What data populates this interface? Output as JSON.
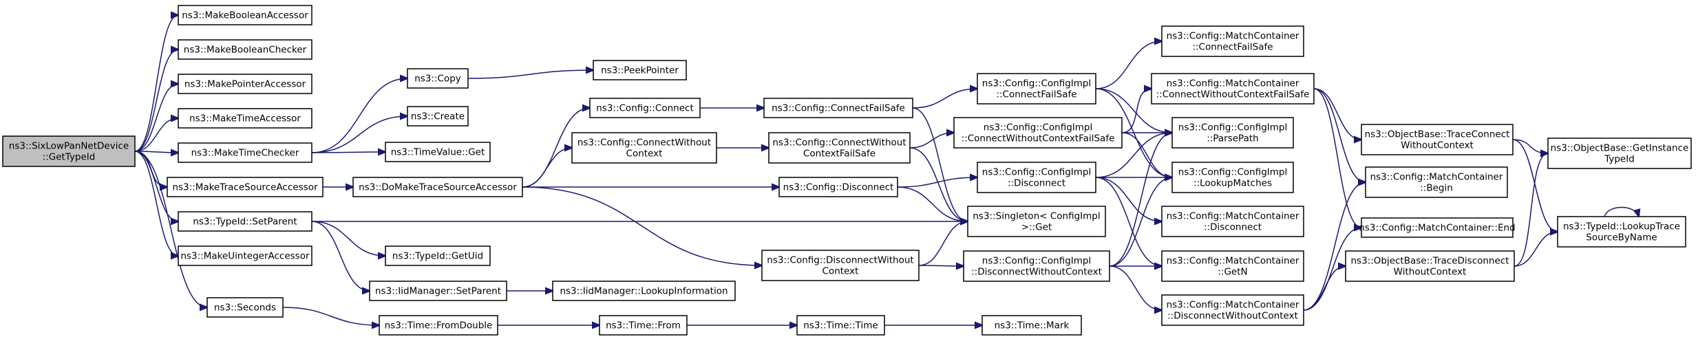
{
  "colors": {
    "edge": "#191970",
    "root_fill": "#bfbfbf",
    "node_fill": "#ffffff",
    "border": "#000000"
  },
  "nodes": [
    {
      "id": "root",
      "lines": [
        "ns3::SixLowPanNetDevice",
        "::GetTypeId"
      ]
    },
    {
      "id": "makeBoolAcc",
      "lines": [
        "ns3::MakeBooleanAccessor"
      ]
    },
    {
      "id": "makeBoolChk",
      "lines": [
        "ns3::MakeBooleanChecker"
      ]
    },
    {
      "id": "makePtrAcc",
      "lines": [
        "ns3::MakePointerAccessor"
      ]
    },
    {
      "id": "makeTimeAcc",
      "lines": [
        "ns3::MakeTimeAccessor"
      ]
    },
    {
      "id": "makeTimeChk",
      "lines": [
        "ns3::MakeTimeChecker"
      ]
    },
    {
      "id": "makeTraceSrc",
      "lines": [
        "ns3::MakeTraceSourceAccessor"
      ]
    },
    {
      "id": "typeIdSetParent",
      "lines": [
        "ns3::TypeId::SetParent"
      ]
    },
    {
      "id": "makeUintAcc",
      "lines": [
        "ns3::MakeUintegerAccessor"
      ]
    },
    {
      "id": "seconds",
      "lines": [
        "ns3::Seconds"
      ]
    },
    {
      "id": "copy",
      "lines": [
        "ns3::Copy"
      ]
    },
    {
      "id": "create",
      "lines": [
        "ns3::Create"
      ]
    },
    {
      "id": "timeValueGet",
      "lines": [
        "ns3::TimeValue::Get"
      ]
    },
    {
      "id": "doMakeTrace",
      "lines": [
        "ns3::DoMakeTraceSourceAccessor"
      ]
    },
    {
      "id": "typeIdGetUid",
      "lines": [
        "ns3::TypeId::GetUid"
      ]
    },
    {
      "id": "iidSetParent",
      "lines": [
        "ns3::IidManager::SetParent"
      ]
    },
    {
      "id": "timeFromDouble",
      "lines": [
        "ns3::Time::FromDouble"
      ]
    },
    {
      "id": "peekPointer",
      "lines": [
        "ns3::PeekPointer"
      ]
    },
    {
      "id": "cfgConnect",
      "lines": [
        "ns3::Config::Connect"
      ]
    },
    {
      "id": "cfgConnectWithout",
      "lines": [
        "ns3::Config::ConnectWithout",
        "Context"
      ]
    },
    {
      "id": "iidLookupInfo",
      "lines": [
        "ns3::IidManager::LookupInformation"
      ]
    },
    {
      "id": "timeFrom",
      "lines": [
        "ns3::Time::From"
      ]
    },
    {
      "id": "cfgConnectFailSafe",
      "lines": [
        "ns3::Config::ConnectFailSafe"
      ]
    },
    {
      "id": "cfgConnectWithoutFS",
      "lines": [
        "ns3::Config::ConnectWithout",
        "ContextFailSafe"
      ]
    },
    {
      "id": "cfgDisconnect",
      "lines": [
        "ns3::Config::Disconnect"
      ]
    },
    {
      "id": "cfgDisconnectWithout",
      "lines": [
        "ns3::Config::DisconnectWithout",
        "Context"
      ]
    },
    {
      "id": "timeTime",
      "lines": [
        "ns3::Time::Time"
      ]
    },
    {
      "id": "implConnectFS",
      "lines": [
        "ns3::Config::ConfigImpl",
        "::ConnectFailSafe"
      ]
    },
    {
      "id": "implConnectWithoutFS",
      "lines": [
        "ns3::Config::ConfigImpl",
        "::ConnectWithoutContextFailSafe"
      ]
    },
    {
      "id": "implDisconnect",
      "lines": [
        "ns3::Config::ConfigImpl",
        "::Disconnect"
      ]
    },
    {
      "id": "singletonGet",
      "lines": [
        "ns3::Singleton< ConfigImpl",
        " >::Get"
      ]
    },
    {
      "id": "implDisconnectWithout",
      "lines": [
        "ns3::Config::ConfigImpl",
        "::DisconnectWithoutContext"
      ]
    },
    {
      "id": "timeMark",
      "lines": [
        "ns3::Time::Mark"
      ]
    },
    {
      "id": "mcConnectFS",
      "lines": [
        "ns3::Config::MatchContainer",
        "::ConnectFailSafe"
      ]
    },
    {
      "id": "mcConnectWithoutFS",
      "lines": [
        "ns3::Config::MatchContainer",
        "::ConnectWithoutContextFailSafe"
      ]
    },
    {
      "id": "implParsePath",
      "lines": [
        "ns3::Config::ConfigImpl",
        "::ParsePath"
      ]
    },
    {
      "id": "implLookupMatches",
      "lines": [
        "ns3::Config::ConfigImpl",
        "::LookupMatches"
      ]
    },
    {
      "id": "mcDisconnect",
      "lines": [
        "ns3::Config::MatchContainer",
        "::Disconnect"
      ]
    },
    {
      "id": "mcGetN",
      "lines": [
        "ns3::Config::MatchContainer",
        "::GetN"
      ]
    },
    {
      "id": "mcDisconnectWithout",
      "lines": [
        "ns3::Config::MatchContainer",
        "::DisconnectWithoutContext"
      ]
    },
    {
      "id": "obTraceConnect",
      "lines": [
        "ns3::ObjectBase::TraceConnect",
        "WithoutContext"
      ]
    },
    {
      "id": "mcBegin",
      "lines": [
        "ns3::Config::MatchContainer",
        "::Begin"
      ]
    },
    {
      "id": "mcEnd",
      "lines": [
        "ns3::Config::MatchContainer::End"
      ]
    },
    {
      "id": "obTraceDisconnect",
      "lines": [
        "ns3::ObjectBase::TraceDisconnect",
        "WithoutContext"
      ]
    },
    {
      "id": "obGetInstance",
      "lines": [
        "ns3::ObjectBase::GetInstance",
        "TypeId"
      ]
    },
    {
      "id": "typeIdLookupTrace",
      "lines": [
        "ns3::TypeId::LookupTrace",
        "SourceByName"
      ]
    }
  ],
  "edges": [
    [
      "root",
      "makeBoolAcc"
    ],
    [
      "root",
      "makeBoolChk"
    ],
    [
      "root",
      "makePtrAcc"
    ],
    [
      "root",
      "makeTimeAcc"
    ],
    [
      "root",
      "makeTimeChk"
    ],
    [
      "root",
      "makeTraceSrc"
    ],
    [
      "root",
      "typeIdSetParent"
    ],
    [
      "root",
      "makeUintAcc"
    ],
    [
      "root",
      "seconds"
    ],
    [
      "makeTimeChk",
      "copy"
    ],
    [
      "makeTimeChk",
      "create"
    ],
    [
      "makeTimeChk",
      "timeValueGet"
    ],
    [
      "copy",
      "peekPointer"
    ],
    [
      "makeTraceSrc",
      "doMakeTrace"
    ],
    [
      "doMakeTrace",
      "cfgConnect"
    ],
    [
      "doMakeTrace",
      "cfgConnectWithout"
    ],
    [
      "doMakeTrace",
      "cfgDisconnect"
    ],
    [
      "doMakeTrace",
      "cfgDisconnectWithout"
    ],
    [
      "typeIdSetParent",
      "typeIdGetUid"
    ],
    [
      "typeIdSetParent",
      "iidSetParent"
    ],
    [
      "typeIdSetParent",
      "singletonGet"
    ],
    [
      "iidSetParent",
      "iidLookupInfo"
    ],
    [
      "seconds",
      "timeFromDouble"
    ],
    [
      "timeFromDouble",
      "timeFrom"
    ],
    [
      "timeFrom",
      "timeTime"
    ],
    [
      "timeTime",
      "timeMark"
    ],
    [
      "cfgConnect",
      "cfgConnectFailSafe"
    ],
    [
      "cfgConnectWithout",
      "cfgConnectWithoutFS"
    ],
    [
      "cfgConnectFailSafe",
      "implConnectFS"
    ],
    [
      "cfgConnectFailSafe",
      "singletonGet"
    ],
    [
      "cfgConnectWithoutFS",
      "implConnectWithoutFS"
    ],
    [
      "cfgConnectWithoutFS",
      "singletonGet"
    ],
    [
      "cfgDisconnect",
      "implDisconnect"
    ],
    [
      "cfgDisconnect",
      "singletonGet"
    ],
    [
      "cfgDisconnectWithout",
      "implDisconnectWithout"
    ],
    [
      "cfgDisconnectWithout",
      "singletonGet"
    ],
    [
      "implConnectFS",
      "mcConnectFS"
    ],
    [
      "implConnectFS",
      "implParsePath"
    ],
    [
      "implConnectFS",
      "implLookupMatches"
    ],
    [
      "implConnectWithoutFS",
      "mcConnectWithoutFS"
    ],
    [
      "implConnectWithoutFS",
      "implParsePath"
    ],
    [
      "implConnectWithoutFS",
      "implLookupMatches"
    ],
    [
      "implDisconnect",
      "implParsePath"
    ],
    [
      "implDisconnect",
      "implLookupMatches"
    ],
    [
      "implDisconnect",
      "mcDisconnect"
    ],
    [
      "implDisconnect",
      "mcGetN"
    ],
    [
      "implDisconnectWithout",
      "implParsePath"
    ],
    [
      "implDisconnectWithout",
      "implLookupMatches"
    ],
    [
      "implDisconnectWithout",
      "mcGetN"
    ],
    [
      "implDisconnectWithout",
      "mcDisconnectWithout"
    ],
    [
      "mcConnectWithoutFS",
      "obTraceConnect"
    ],
    [
      "mcConnectWithoutFS",
      "mcBegin"
    ],
    [
      "mcConnectWithoutFS",
      "mcEnd"
    ],
    [
      "mcDisconnectWithout",
      "mcBegin"
    ],
    [
      "mcDisconnectWithout",
      "mcEnd"
    ],
    [
      "mcDisconnectWithout",
      "obTraceDisconnect"
    ],
    [
      "obTraceConnect",
      "obGetInstance"
    ],
    [
      "obTraceConnect",
      "typeIdLookupTrace"
    ],
    [
      "obTraceDisconnect",
      "obGetInstance"
    ],
    [
      "obTraceDisconnect",
      "typeIdLookupTrace"
    ],
    [
      "typeIdLookupTrace",
      "typeIdLookupTrace"
    ]
  ]
}
